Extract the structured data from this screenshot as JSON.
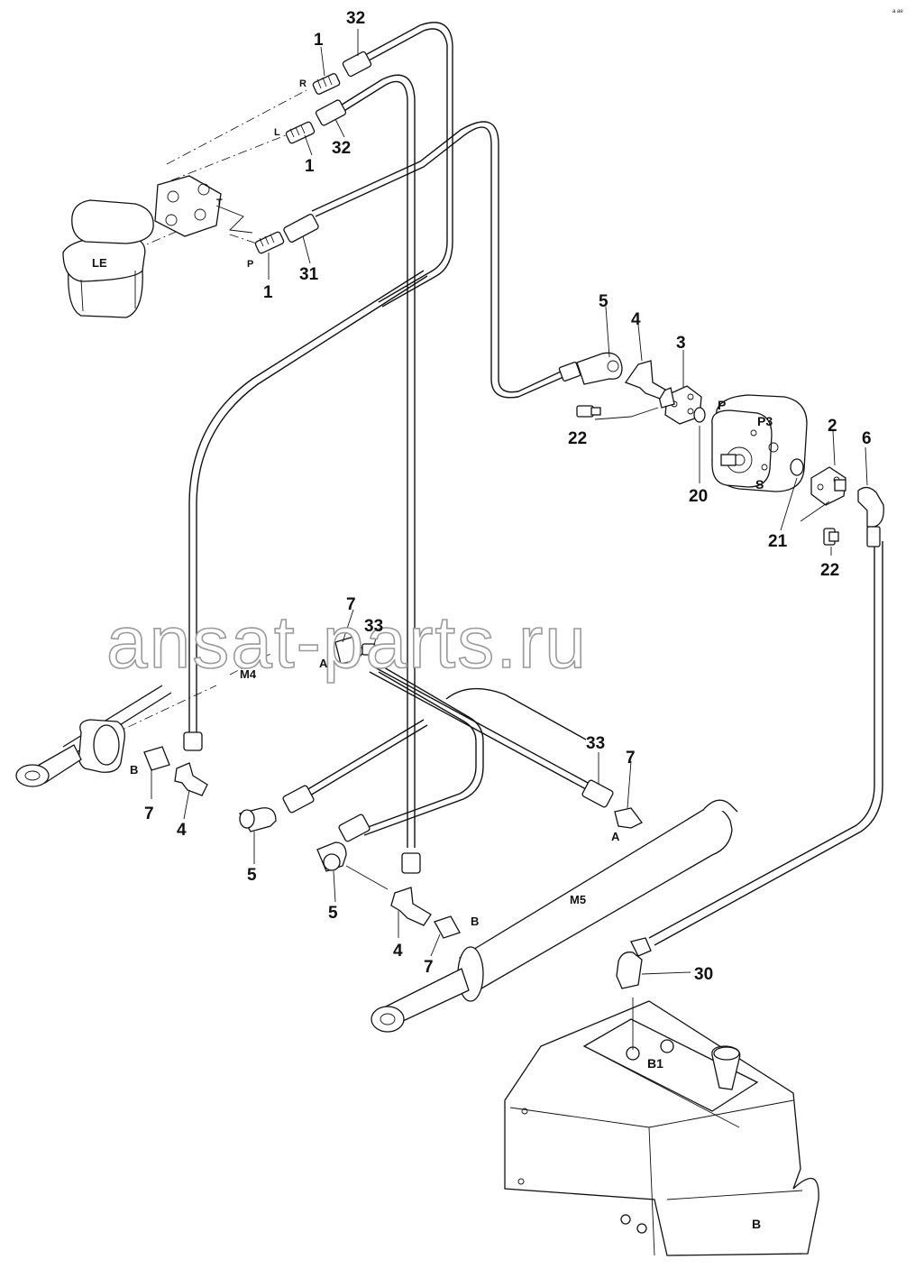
{
  "diagram": {
    "watermark": "ansat-parts.ru",
    "corner_mark": "a ae",
    "callouts": [
      {
        "id": "c-32-top",
        "text": "32"
      },
      {
        "id": "c-1-top",
        "text": "1"
      },
      {
        "id": "c-1-mid",
        "text": "1"
      },
      {
        "id": "c-32-mid",
        "text": "32"
      },
      {
        "id": "c-31",
        "text": "31"
      },
      {
        "id": "c-1-low",
        "text": "1"
      },
      {
        "id": "c-5-pump",
        "text": "5"
      },
      {
        "id": "c-4-pump",
        "text": "4"
      },
      {
        "id": "c-3",
        "text": "3"
      },
      {
        "id": "c-22-a",
        "text": "22"
      },
      {
        "id": "c-20",
        "text": "20"
      },
      {
        "id": "c-2",
        "text": "2"
      },
      {
        "id": "c-6",
        "text": "6"
      },
      {
        "id": "c-21",
        "text": "21"
      },
      {
        "id": "c-22-b",
        "text": "22"
      },
      {
        "id": "c-7-m4",
        "text": "7"
      },
      {
        "id": "c-33-m4",
        "text": "33"
      },
      {
        "id": "c-7-left",
        "text": "7"
      },
      {
        "id": "c-4-left",
        "text": "4"
      },
      {
        "id": "c-5-left",
        "text": "5"
      },
      {
        "id": "c-33-m5",
        "text": "33"
      },
      {
        "id": "c-7-m5a",
        "text": "7"
      },
      {
        "id": "c-5-center",
        "text": "5"
      },
      {
        "id": "c-4-center",
        "text": "4"
      },
      {
        "id": "c-7-center",
        "text": "7"
      },
      {
        "id": "c-30",
        "text": "30"
      }
    ],
    "ports": [
      {
        "id": "p-R",
        "text": "R"
      },
      {
        "id": "p-L",
        "text": "L"
      },
      {
        "id": "p-T",
        "text": "T"
      },
      {
        "id": "p-P",
        "text": "P"
      },
      {
        "id": "p-LE",
        "text": "LE"
      },
      {
        "id": "p-pump-P",
        "text": "P"
      },
      {
        "id": "p-P3",
        "text": "P3"
      },
      {
        "id": "p-S",
        "text": "S"
      },
      {
        "id": "p-M4",
        "text": "M4"
      },
      {
        "id": "p-A-m4",
        "text": "A"
      },
      {
        "id": "p-B-m4",
        "text": "B"
      },
      {
        "id": "p-A-m5",
        "text": "A"
      },
      {
        "id": "p-B-m5",
        "text": "B"
      },
      {
        "id": "p-M5",
        "text": "M5"
      },
      {
        "id": "p-B1",
        "text": "B1"
      },
      {
        "id": "p-B-tank",
        "text": "B"
      }
    ]
  }
}
